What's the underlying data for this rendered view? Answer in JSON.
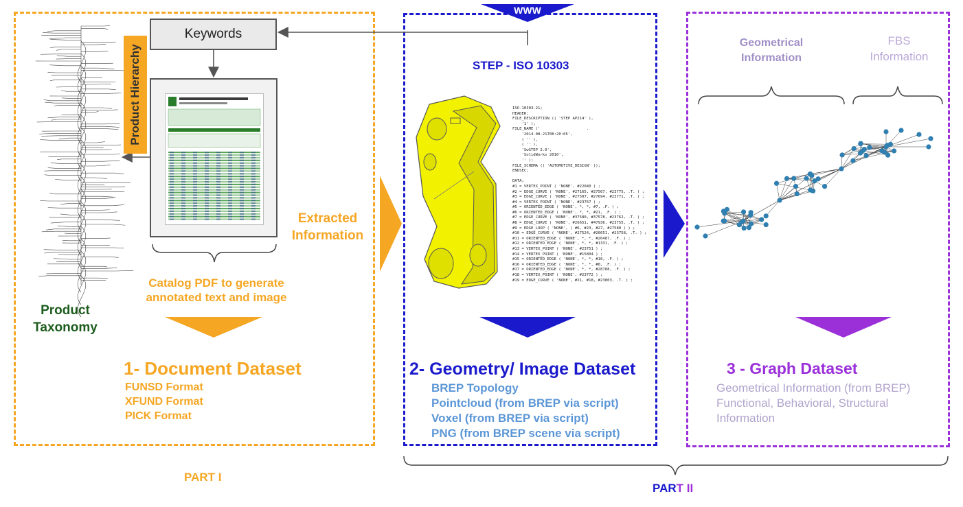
{
  "part1": {
    "keywords_label": "Keywords",
    "product_hierarchy_label": "Product Hierarchy",
    "taxonomy_label_line1": "Product",
    "taxonomy_label_line2": "Taxonomy",
    "extracted_line1": "Extracted",
    "extracted_line2": "Information",
    "catalog_line1": "Catalog PDF to generate",
    "catalog_line2": "annotated text and image",
    "dataset_title": "1- Document Dataset",
    "formats": [
      "FUNSD Format",
      "XFUND Format",
      "PICK Format"
    ],
    "part_label": "PART I"
  },
  "part2": {
    "www_label": "WWW",
    "step_title": "STEP - ISO 10303",
    "step_code": "ISO-10303-21;\nHEADER;\nFILE_DESCRIPTION (( 'STEP AP214' ),\n    '1' );\nFILE_NAME ('                    .\n    '2014-08-21T08:20:05',\n    ( '' ),\n    ( '' ),\n    'SwSTEP 2.0',\n    'SolidWorks 2010',\n    '' );\nFILE_SCHEMA (( 'AUTOMOTIVE_DESIGN' ));\nENDSEC;\n\nDATA;\n#1 = VERTEX_POINT ( 'NONE', #22040 ) ;\n#2 = EDGE_CURVE ( 'NONE', #27165, #27507, #23775, .T. ) ;\n#3 = EDGE_CURVE ( 'NONE', #27507, #27694, #23771, .T. ) ;\n#4 = VERTEX_POINT ( 'NONE', #23767 ) ;\n#5 = ORIENTED_EDGE ( 'NONE', *, *, #7, .F. ) ;\n#6 = ORIENTED_EDGE ( 'NONE', *, *, #21, .F. ) ;\n#7 = EDGE_CURVE ( 'NONE', #37580, #37578, #23762, .T. ) ;\n#8 = EDGE_CURVE ( 'NONE', #26651, #47936, #23755, .T. ) ;\n#9 = EDGE_LOOP ( 'NONE', ( #6, #23, #27, #27580 ) ) ;\n#10 = EDGE_CURVE ( 'NONE', #27524, #26651, #23758, .T. ) ;\n#11 = ORIENTED_EDGE ( 'NONE', *, *, #26487, .F. ) ;\n#12 = ORIENTED_EDGE ( 'NONE', *, *, #1331, .F. ) ;\n#13 = VERTEX_POINT ( 'NONE', #23751 ) ;\n#14 = VERTEX_POINT ( 'NONE', #15804 ) ;\n#15 = ORIENTED_EDGE ( 'NONE', *, *, #10, .F. ) ;\n#16 = ORIENTED_EDGE ( 'NONE', *, *, #8, .F. ) ;\n#17 = ORIENTED_EDGE ( 'NONE', *, *, #28788, .F. ) ;\n#18 = VERTEX_POINT ( 'NONE', #23772 ) ;\n#19 = EDGE_CURVE ( 'NONE', #21, #18, #23803, .T. ) ;",
    "dataset_title": "2- Geometry/ Image Dataset",
    "formats": [
      "BREP Topology",
      "Pointcloud (from BREP via script)",
      "Voxel (from BREP via script)",
      "PNG (from BREP scene via script)"
    ]
  },
  "part3": {
    "geometrical_line1": "Geometrical",
    "geometrical_line2": "Information",
    "fbs_line1": "FBS",
    "fbs_line2": "Information",
    "dataset_title": "3 - Graph Dataset",
    "items": [
      "Geometrical Information (from BREP)",
      "Functional, Behavioral, Structural",
      "Information"
    ]
  },
  "part2_label_a": "PAR",
  "part2_label_b": "T II",
  "colors": {
    "orange": "#f5a623",
    "blue": "#1a1acc",
    "purple": "#9b30d9",
    "light_blue": "#5b96d6",
    "graph_node": "#2f7fb0",
    "cad_yellow": "#f2f200"
  },
  "icons": [
    "tree-icon",
    "document-thumbnail",
    "cad-part-image",
    "network-graph-icon"
  ]
}
